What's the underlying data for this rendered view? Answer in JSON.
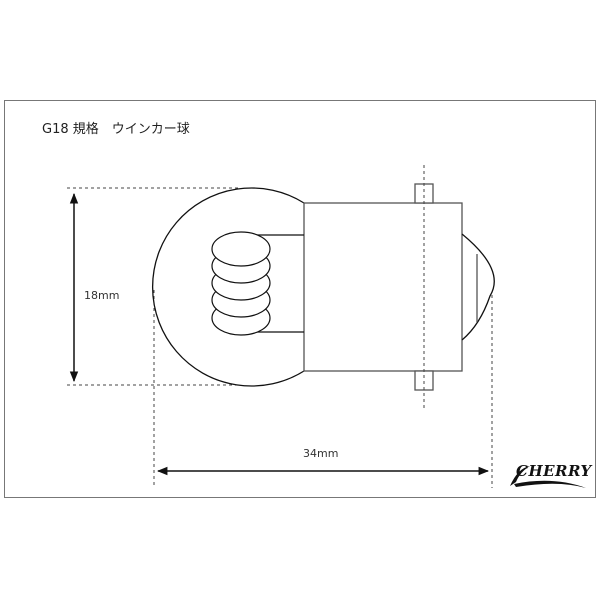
{
  "title": "G18 規格　ウインカー球",
  "dimensions": {
    "height_label": "18mm",
    "length_label": "34mm"
  },
  "brand": {
    "logo_text": "CHERRY"
  },
  "colors": {
    "line": "#111111",
    "frame": "#777777",
    "dashed": "#444444"
  }
}
